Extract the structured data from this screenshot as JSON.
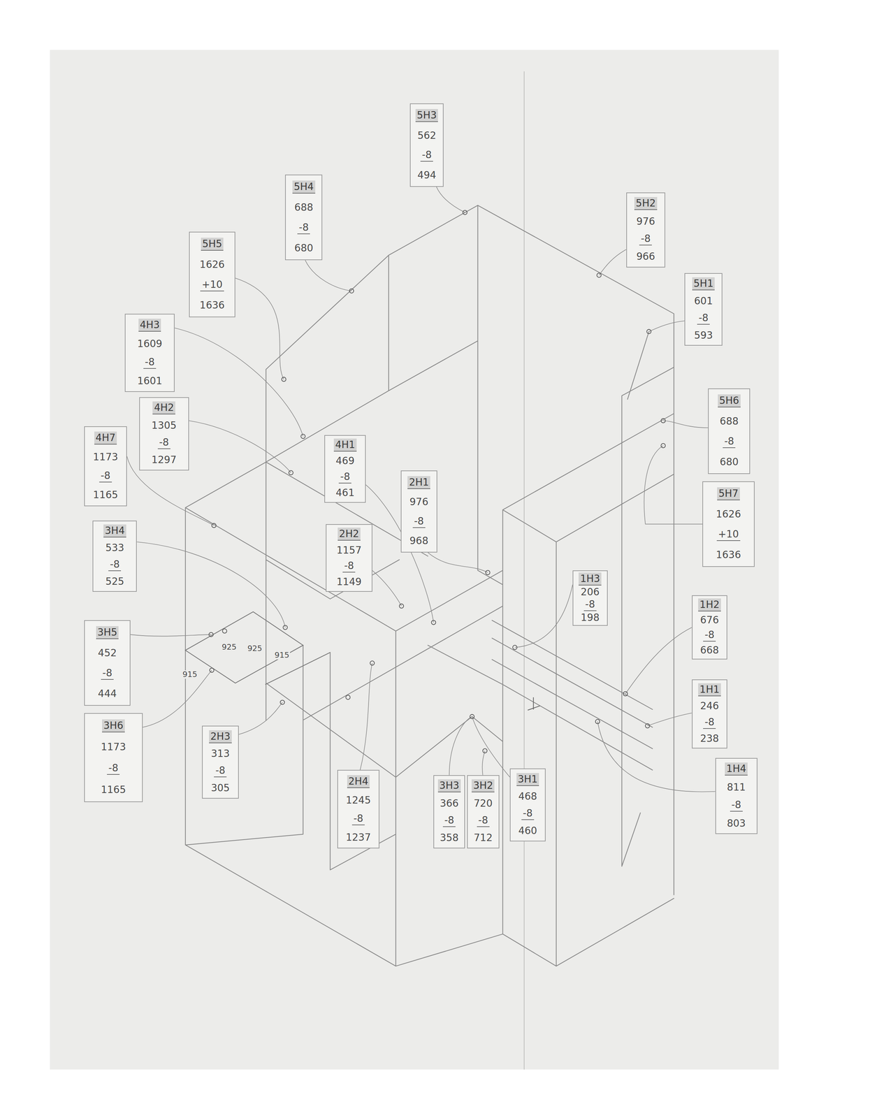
{
  "diagram": {
    "nodes": [
      {
        "text": [
          "5H3",
          "562",
          "-8",
          "494"
        ]
      },
      {
        "text": [
          "5H4",
          "688",
          "-8",
          "680"
        ]
      },
      {
        "text": [
          "5H2",
          "976",
          "-8",
          "966"
        ]
      },
      {
        "text": [
          "5H5",
          "1626",
          "+10",
          "1636"
        ]
      },
      {
        "text": [
          "5H1",
          "601",
          "-8",
          "593"
        ]
      },
      {
        "text": [
          "4H3",
          "1609",
          "-8",
          "1601"
        ]
      },
      {
        "text": [
          "5H6",
          "688",
          "-8",
          "680"
        ]
      },
      {
        "text": [
          "4H2",
          "1305",
          "-8",
          "1297"
        ]
      },
      {
        "text": [
          "4H7",
          "1173",
          "-8",
          "1165"
        ]
      },
      {
        "text": [
          "4H1",
          "469",
          "-8",
          "461"
        ]
      },
      {
        "text": [
          "2H1",
          "976",
          "-8",
          "968"
        ]
      },
      {
        "text": [
          "5H7",
          "1626",
          "+10",
          "1636"
        ]
      },
      {
        "text": [
          "3H4",
          "533",
          "-8",
          "525"
        ]
      },
      {
        "text": [
          "2H2",
          "1157",
          "-8",
          "1149"
        ]
      },
      {
        "text": [
          "1H3",
          "206",
          "-8",
          "198"
        ]
      },
      {
        "text": [
          "1H2",
          "676",
          "-8",
          "668"
        ]
      },
      {
        "text": [
          "3H5",
          "452",
          "-8",
          "444"
        ]
      },
      {
        "text": [
          "1H1",
          "246",
          "-8",
          "238"
        ]
      },
      {
        "text": [
          "3H6",
          "1173",
          "-8",
          "1165"
        ]
      },
      {
        "text": [
          "2H3",
          "313",
          "-8",
          "305"
        ]
      },
      {
        "text": [
          "1H4",
          "811",
          "-8",
          "803"
        ]
      },
      {
        "text": [
          "2H4",
          "1245",
          "-8",
          "1237"
        ]
      },
      {
        "text": [
          "3H3",
          "366",
          "-8",
          "358"
        ]
      },
      {
        "text": [
          "3H2",
          "720",
          "-8",
          "712"
        ]
      },
      {
        "text": [
          "3H1",
          "468",
          "-8",
          "460"
        ]
      }
    ],
    "labels": [
      "925",
      "925",
      "915",
      "915"
    ]
  }
}
